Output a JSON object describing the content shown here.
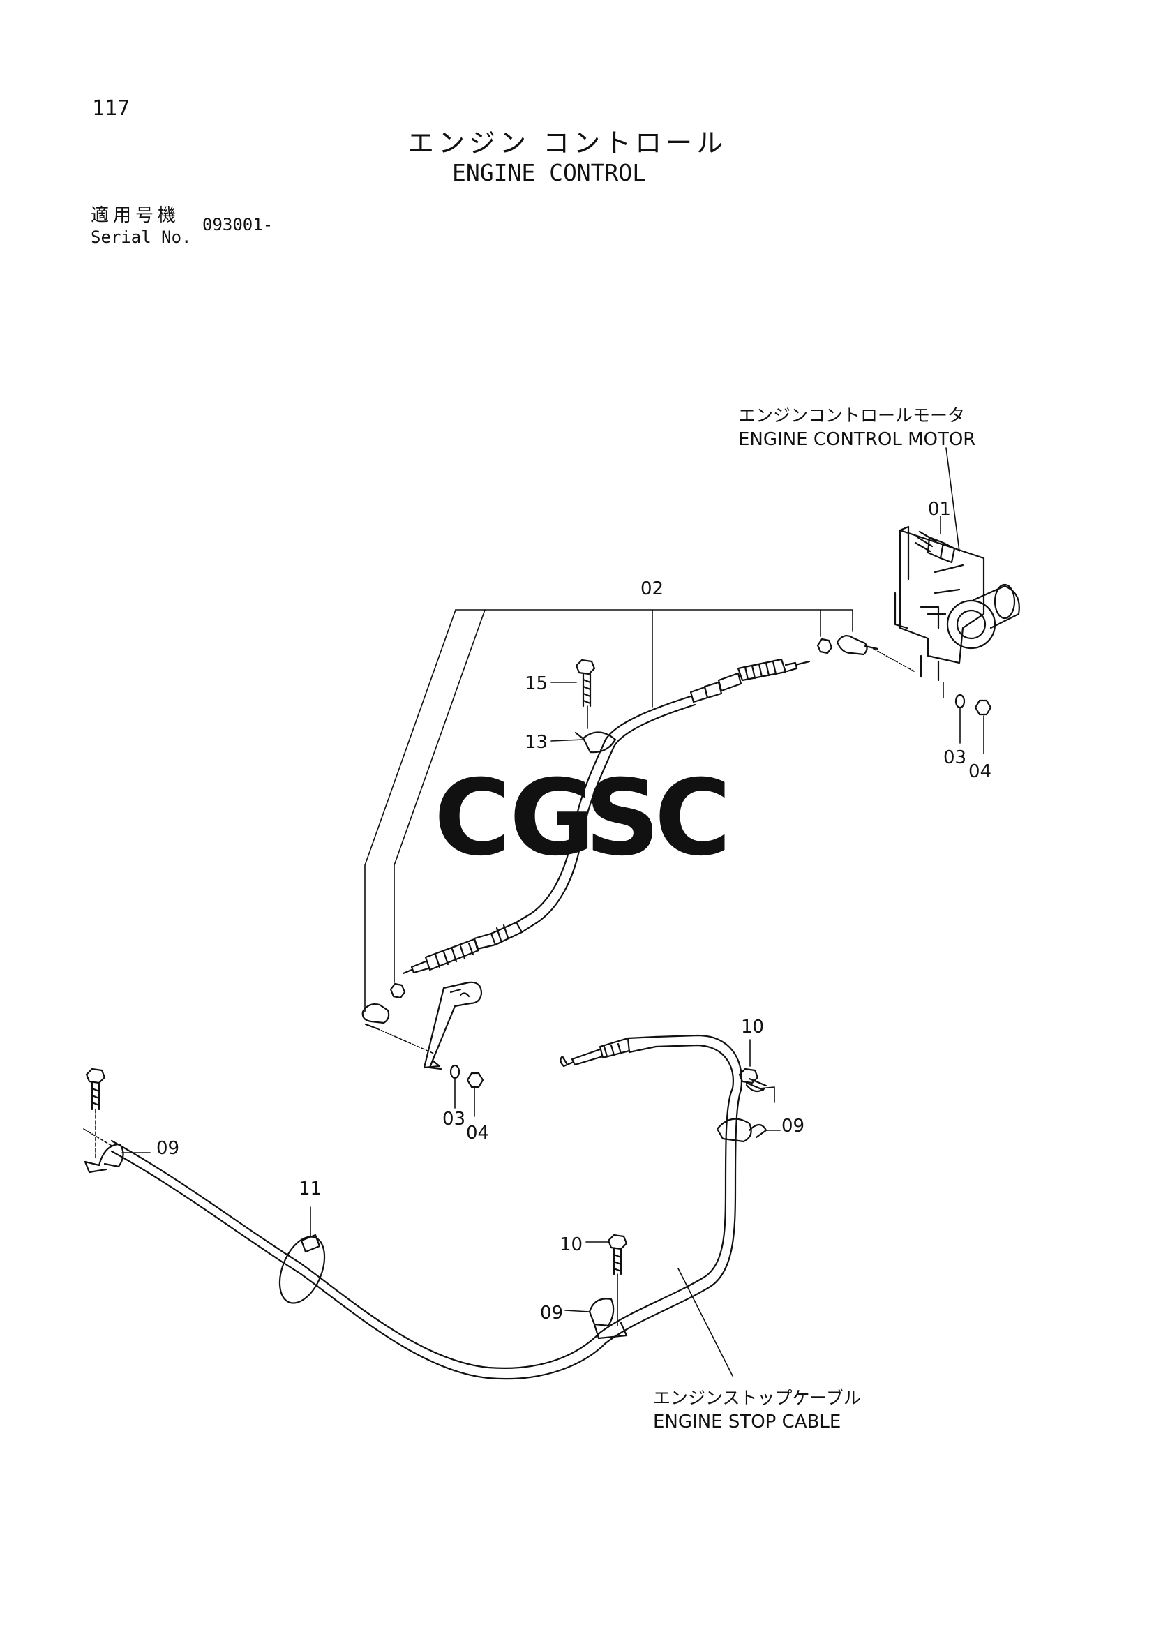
{
  "page": {
    "number": "117",
    "title_ja": "エンジン コントロール",
    "title_en": "ENGINE CONTROL"
  },
  "serial": {
    "label_ja": "適用号機",
    "label_en": "Serial No.",
    "value": "093001-"
  },
  "callouts": {
    "motor_ja": "エンジンコントロールモータ",
    "motor_en": "ENGINE CONTROL MOTOR",
    "stop_cable_ja": "エンジンストップケーブル",
    "stop_cable_en": "ENGINE STOP CABLE"
  },
  "part_labels": {
    "p01": "01",
    "p02": "02",
    "p15": "15",
    "p13": "13",
    "p03a": "03",
    "p04a": "04",
    "p03b": "03",
    "p04b": "04",
    "p10a": "10",
    "p09a": "09",
    "p09b": "09",
    "p11": "11",
    "p10b": "10",
    "p09c": "09"
  },
  "watermark": {
    "letters": [
      "C",
      "G",
      "S",
      "C"
    ],
    "colors": [
      "#7da7ef",
      "#ef8b7f",
      "#f6d36b",
      "#8ccba8"
    ]
  }
}
